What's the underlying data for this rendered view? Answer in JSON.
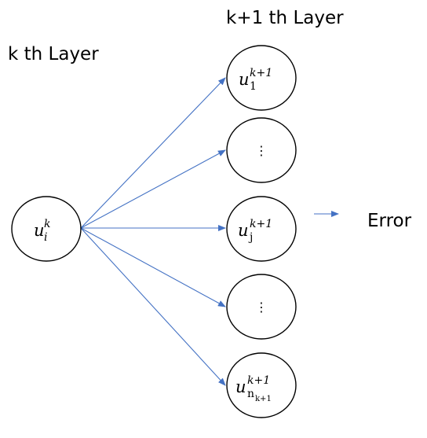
{
  "layers": {
    "source_title": "k th Layer",
    "target_title": "k+1 th Layer"
  },
  "source_node": {
    "base": "u",
    "subscript": "i",
    "superscript": "k"
  },
  "target_nodes": [
    {
      "base": "u",
      "subscript": "1",
      "superscript": "k+1",
      "subsub": ""
    },
    {
      "ellipsis": "⋮"
    },
    {
      "base": "u",
      "subscript": "j",
      "superscript": "k+1",
      "subsub": ""
    },
    {
      "ellipsis": "⋮"
    },
    {
      "base": "u",
      "subscript": "n",
      "superscript": "k+1",
      "subsub": "k+1"
    }
  ],
  "output": {
    "label": "Error"
  },
  "colors": {
    "edge": "#4472c4",
    "node_stroke": "#000000"
  }
}
